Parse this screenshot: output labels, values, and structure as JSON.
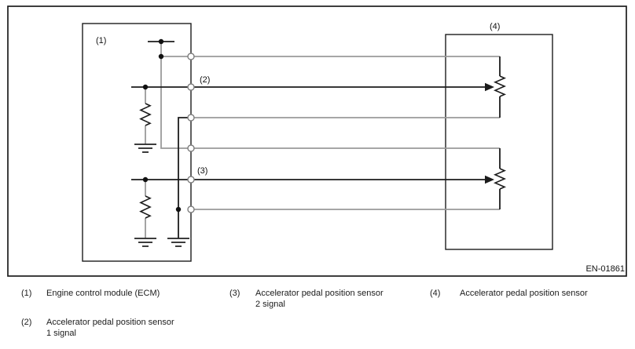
{
  "diagram": {
    "callout_1": "(1)",
    "callout_2": "(2)",
    "callout_3": "(3)",
    "callout_4": "(4)",
    "figure_id": "EN-01861",
    "colors": {
      "signal_wire": "#1c1c1c",
      "supply_return_wire": "#9a9a9a",
      "background": "#ffffff"
    }
  },
  "legend": {
    "items": [
      {
        "num": "(1)",
        "text": "Engine control module (ECM)"
      },
      {
        "num": "(2)",
        "text": "Accelerator pedal position sensor\n1 signal"
      },
      {
        "num": "(3)",
        "text": "Accelerator pedal position sensor\n2 signal"
      },
      {
        "num": "(4)",
        "text": "Accelerator pedal position sensor"
      }
    ]
  }
}
